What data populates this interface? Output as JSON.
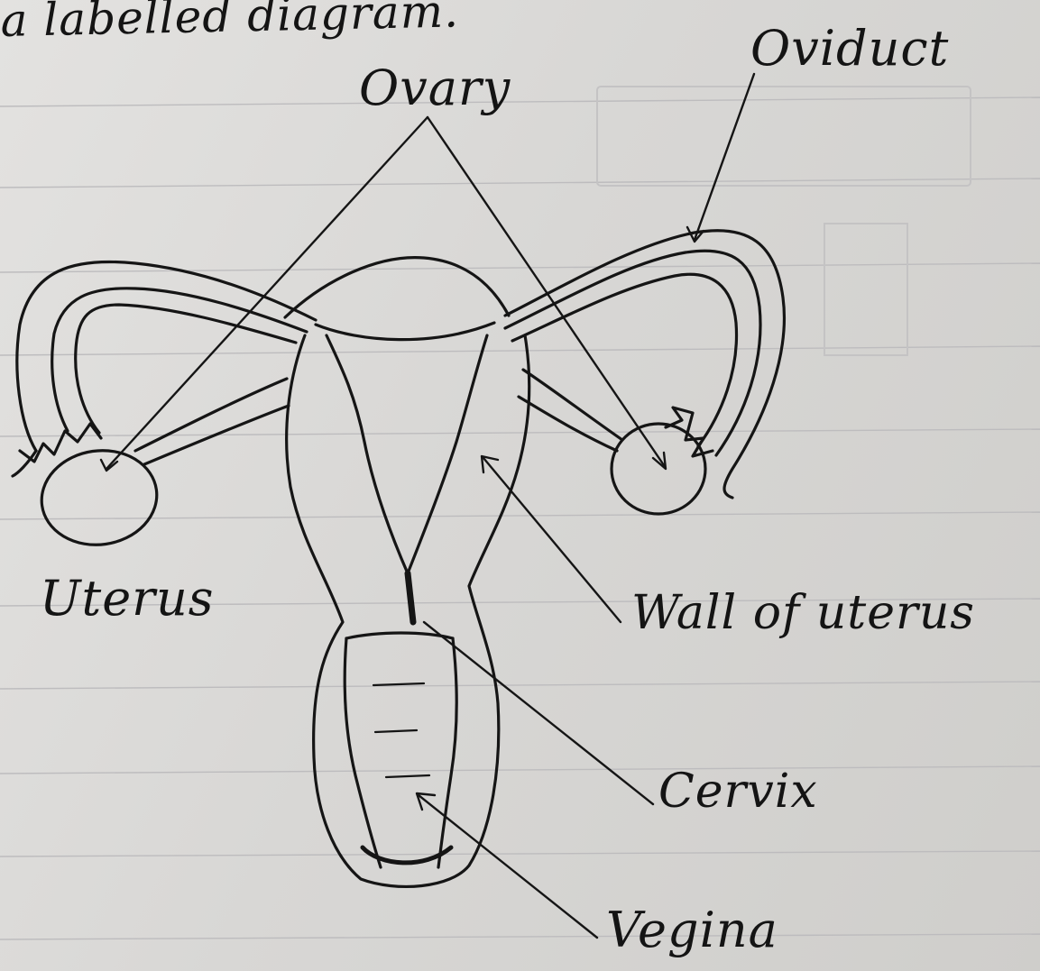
{
  "heading": "a labelled diagram.",
  "labels": {
    "ovary": "Ovary",
    "oviduct": "Oviduct",
    "uterus": "Uterus",
    "wall_of_uterus": "Wall of uterus",
    "cervix": "Cervix",
    "vagina": "Vegina"
  },
  "colors": {
    "paper": "#dcdbd9",
    "ink": "#141414",
    "rule_line": "#b9b9bc"
  }
}
